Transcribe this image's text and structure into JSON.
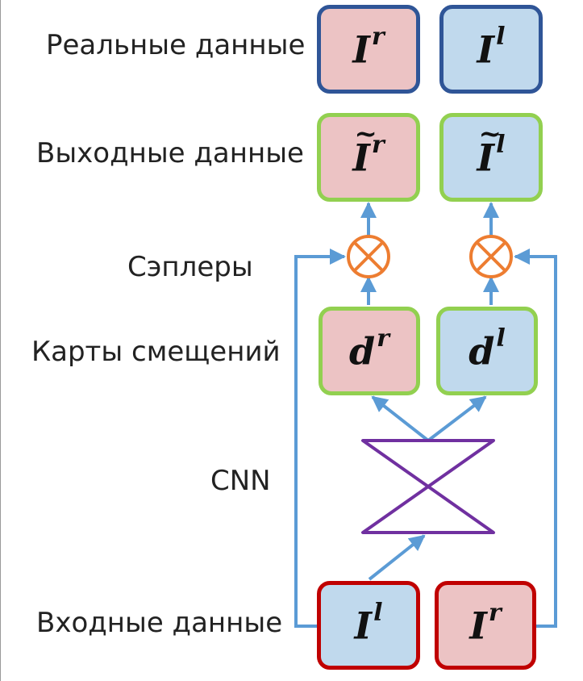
{
  "labels": {
    "real": "Реальные данные",
    "output": "Выходные данные",
    "samplers": "Сэплеры",
    "disparity": "Карты смещений",
    "cnn": "CNN",
    "input": "Входные данные"
  },
  "boxes": {
    "real_right": {
      "base": "I",
      "sup": "r"
    },
    "real_left": {
      "base": "I",
      "sup": "l"
    },
    "out_right": {
      "base": "I",
      "sup": "r"
    },
    "out_left": {
      "base": "I",
      "sup": "l"
    },
    "disp_right": {
      "base": "d",
      "sup": "r"
    },
    "disp_left": {
      "base": "d",
      "sup": "l"
    },
    "in_left": {
      "base": "I",
      "sup": "l"
    },
    "in_right": {
      "base": "I",
      "sup": "r"
    }
  },
  "colors": {
    "pink_fill": "#ecc3c4",
    "blue_fill": "#c0d9ed",
    "real_border": "#2f5597",
    "output_border": "#92d050",
    "input_border": "#c00000",
    "arrow": "#5b9bd5",
    "sampler": "#ed7d31",
    "cnn": "#7030a0"
  }
}
